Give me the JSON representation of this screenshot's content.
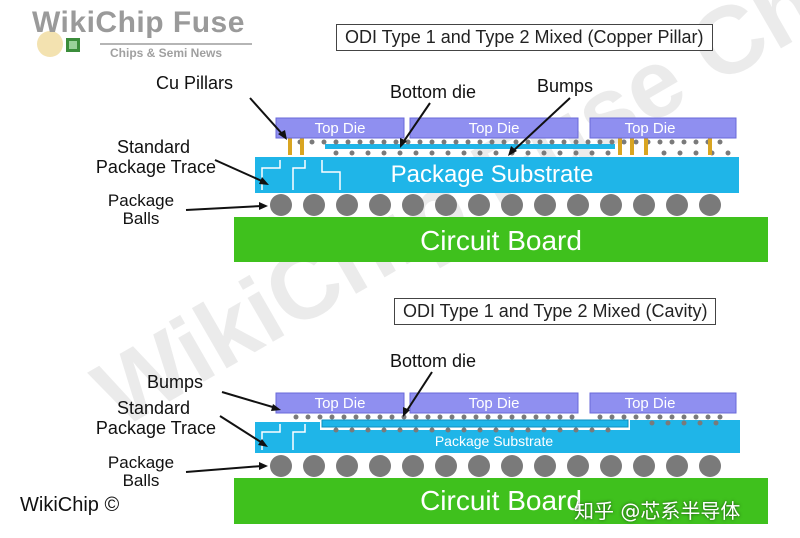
{
  "logo": {
    "title": "WikiChip Fuse",
    "subtitle": "Chips & Semi News"
  },
  "background_watermark": "WikiChip Fuse Chips & Semi News",
  "copyright": "WikiChip ©",
  "site_watermark": "知乎 @芯系半导体",
  "diagram_top": {
    "title": "ODI Type 1 and Type 2 Mixed (Copper Pillar)",
    "labels": {
      "cu_pillars": "Cu Pillars",
      "bottom_die": "Bottom die",
      "bumps": "Bumps",
      "trace_line1": "Standard",
      "trace_line2": "Package Trace",
      "balls_line1": "Package",
      "balls_line2": "Balls"
    },
    "dies": [
      "Top Die",
      "Top Die",
      "Top Die"
    ],
    "substrate": "Package Substrate",
    "board": "Circuit Board"
  },
  "diagram_bottom": {
    "title": "ODI Type 1 and Type 2 Mixed (Cavity)",
    "labels": {
      "bottom_die": "Bottom die",
      "bumps": "Bumps",
      "trace_line1": "Standard",
      "trace_line2": "Package Trace",
      "balls_line1": "Package",
      "balls_line2": "Balls"
    },
    "dies": [
      "Top Die",
      "Top Die",
      "Top Die"
    ],
    "substrate": "Package Substrate",
    "board": "Circuit Board"
  },
  "colors": {
    "die": "#8f8ff0",
    "substrate": "#1fb5e8",
    "board": "#3fc11d",
    "ball": "#7a7a7a",
    "pillar": "#d9a521",
    "watermark": "#e2e2e2"
  }
}
